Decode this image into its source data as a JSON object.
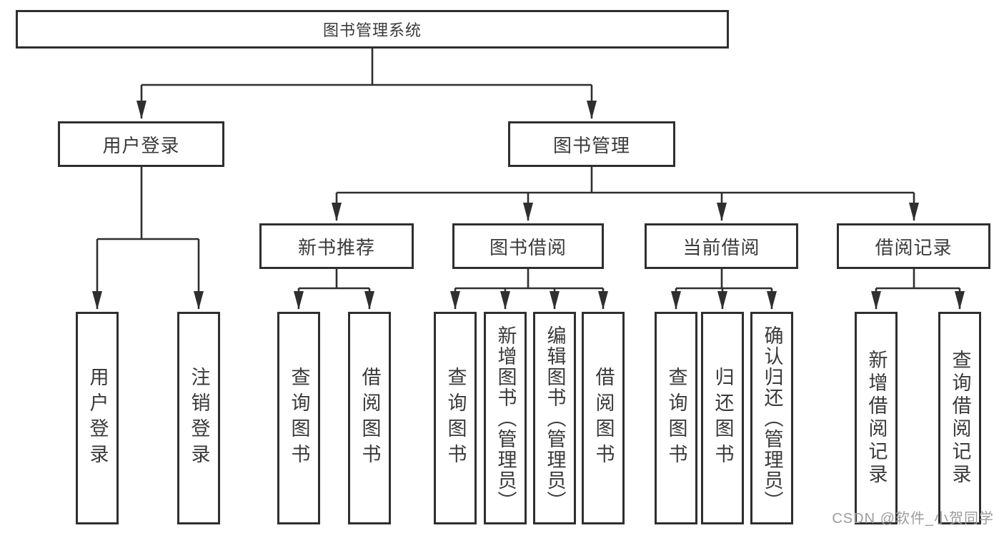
{
  "root": {
    "label": "图书管理系统"
  },
  "branches": [
    {
      "label": "用户登录",
      "children": [
        {
          "label": "用户登录"
        },
        {
          "label": "注销登录"
        }
      ]
    },
    {
      "label": "图书管理",
      "children": [
        {
          "label": "新书推荐",
          "children": [
            {
              "label": "查询图书"
            },
            {
              "label": "借阅图书"
            }
          ]
        },
        {
          "label": "图书借阅",
          "children": [
            {
              "label": "查询图书"
            },
            {
              "label": "新增图书（管理员）"
            },
            {
              "label": "编辑图书（管理员）"
            },
            {
              "label": "借阅图书"
            }
          ]
        },
        {
          "label": "当前借阅",
          "children": [
            {
              "label": "查询图书"
            },
            {
              "label": "归还图书"
            },
            {
              "label": "确认归还（管理员）"
            }
          ]
        },
        {
          "label": "借阅记录",
          "children": [
            {
              "label": "新增借阅记录"
            },
            {
              "label": "查询借阅记录"
            }
          ]
        }
      ]
    }
  ],
  "watermark": {
    "text": "CSDN @软件_小贺同学"
  },
  "colors": {
    "line": "#2f2f2f",
    "text": "#3a3a3a",
    "box_background": "#ffffff",
    "watermark": "#9c9c9c"
  }
}
